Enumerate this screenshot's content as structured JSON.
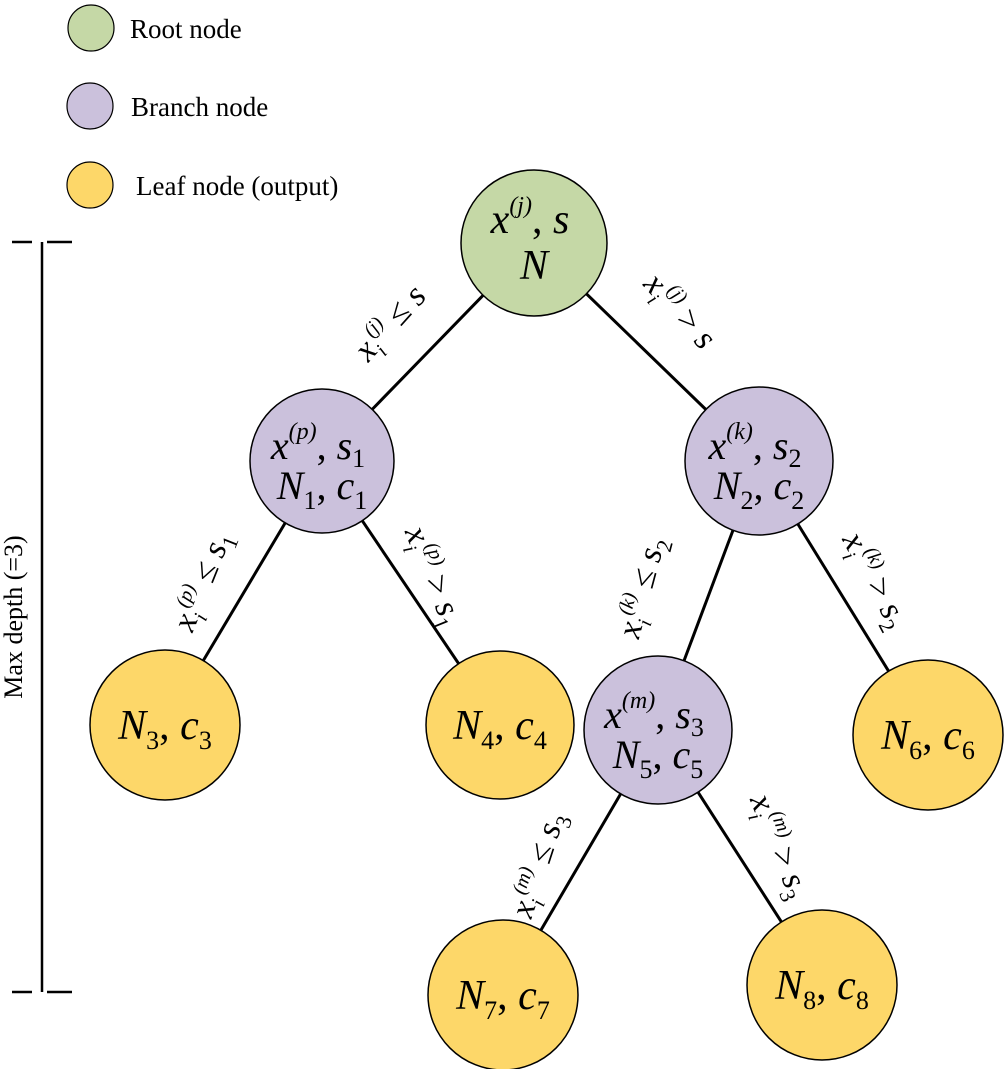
{
  "legend": [
    {
      "label": "Root node",
      "color": "#c5d8a6"
    },
    {
      "label": "Branch node",
      "color": "#cbc1dc"
    },
    {
      "label": "Leaf node (output)",
      "color": "#fdd769"
    }
  ],
  "depth_bracket": {
    "label": "Max depth (=3)"
  },
  "colors": {
    "root": "#c5d8a6",
    "branch": "#cbc1dc",
    "leaf": "#fdd769",
    "stroke": "#000000"
  },
  "nodes": {
    "root": {
      "type": "root",
      "feature": "x",
      "feature_index": "(j)",
      "split": "s",
      "split_sub": "",
      "count": "N",
      "count_sub": "",
      "value": "",
      "value_sub": ""
    },
    "b1": {
      "type": "branch",
      "feature": "x",
      "feature_index": "(p)",
      "split": "s",
      "split_sub": "1",
      "count": "N",
      "count_sub": "1",
      "value": "c",
      "value_sub": "1"
    },
    "b2": {
      "type": "branch",
      "feature": "x",
      "feature_index": "(k)",
      "split": "s",
      "split_sub": "2",
      "count": "N",
      "count_sub": "2",
      "value": "c",
      "value_sub": "2"
    },
    "b5": {
      "type": "branch",
      "feature": "x",
      "feature_index": "(m)",
      "split": "s",
      "split_sub": "3",
      "count": "N",
      "count_sub": "5",
      "value": "c",
      "value_sub": "5"
    },
    "l3": {
      "type": "leaf",
      "count": "N",
      "count_sub": "3",
      "value": "c",
      "value_sub": "3"
    },
    "l4": {
      "type": "leaf",
      "count": "N",
      "count_sub": "4",
      "value": "c",
      "value_sub": "4"
    },
    "l6": {
      "type": "leaf",
      "count": "N",
      "count_sub": "6",
      "value": "c",
      "value_sub": "6"
    },
    "l7": {
      "type": "leaf",
      "count": "N",
      "count_sub": "7",
      "value": "c",
      "value_sub": "7"
    },
    "l8": {
      "type": "leaf",
      "count": "N",
      "count_sub": "8",
      "value": "c",
      "value_sub": "8"
    }
  },
  "edges": [
    {
      "from": "root",
      "to": "b1",
      "var": "x",
      "sub": "i",
      "sup": "(j)",
      "op": "≤",
      "thr": "s",
      "thr_sub": ""
    },
    {
      "from": "root",
      "to": "b2",
      "var": "x",
      "sub": "i",
      "sup": "(j)",
      "op": ">",
      "thr": "s",
      "thr_sub": ""
    },
    {
      "from": "b1",
      "to": "l3",
      "var": "x",
      "sub": "i",
      "sup": "(p)",
      "op": "≤",
      "thr": "s",
      "thr_sub": "1"
    },
    {
      "from": "b1",
      "to": "l4",
      "var": "x",
      "sub": "i",
      "sup": "(p)",
      "op": ">",
      "thr": "s",
      "thr_sub": "1"
    },
    {
      "from": "b2",
      "to": "b5",
      "var": "x",
      "sub": "i",
      "sup": "(k)",
      "op": "≤",
      "thr": "s",
      "thr_sub": "2"
    },
    {
      "from": "b2",
      "to": "l6",
      "var": "x",
      "sub": "i",
      "sup": "(k)",
      "op": ">",
      "thr": "s",
      "thr_sub": "2"
    },
    {
      "from": "b5",
      "to": "l7",
      "var": "x",
      "sub": "i",
      "sup": "(m)",
      "op": "≤",
      "thr": "s",
      "thr_sub": "3"
    },
    {
      "from": "b5",
      "to": "l8",
      "var": "x",
      "sub": "i",
      "sup": "(m)",
      "op": ">",
      "thr": "s",
      "thr_sub": "3"
    }
  ]
}
